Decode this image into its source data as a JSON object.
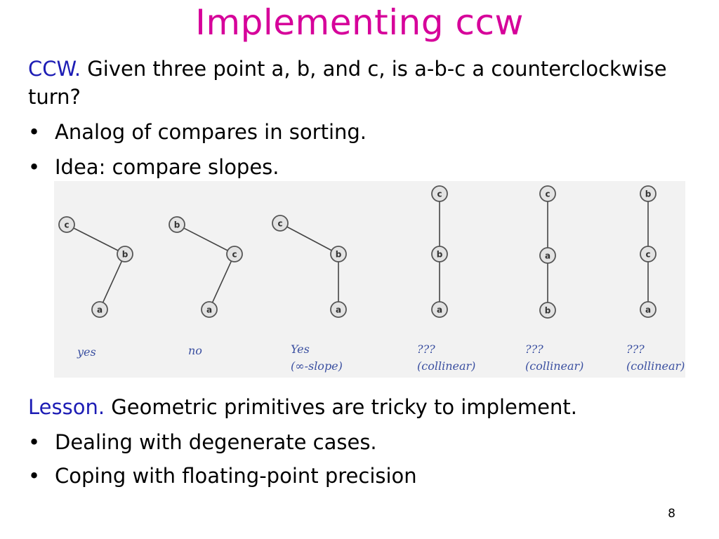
{
  "slide": {
    "title": "Implementing ccw",
    "ccw": {
      "lead": "CCW.",
      "text": " Given three point a, b, and c, is a-b-c a counterclockwise turn?"
    },
    "bullets_top": [
      {
        "bullet": "•",
        "text": "Analog of compares in sorting."
      },
      {
        "bullet": "•",
        "text": "Idea: compare slopes."
      }
    ],
    "figure": {
      "cases": [
        {
          "nodes": [
            "c",
            "b",
            "a"
          ],
          "caption": [
            "yes"
          ]
        },
        {
          "nodes": [
            "b",
            "c",
            "a"
          ],
          "caption": [
            "no"
          ]
        },
        {
          "nodes": [
            "c",
            "b",
            "a"
          ],
          "caption": [
            "Yes",
            "(∞-slope)"
          ]
        },
        {
          "nodes": [
            "c",
            "b",
            "a"
          ],
          "caption": [
            "???",
            "(collinear)"
          ]
        },
        {
          "nodes": [
            "c",
            "a",
            "b"
          ],
          "caption": [
            "???",
            "(collinear)"
          ]
        },
        {
          "nodes": [
            "b",
            "c",
            "a"
          ],
          "caption": [
            "???",
            "(collinear)"
          ]
        }
      ]
    },
    "lesson": {
      "lead": "Lesson.",
      "text": " Geometric primitives are tricky to implement."
    },
    "bullets_bottom": [
      {
        "bullet": "•",
        "text": "Dealing with degenerate cases."
      },
      {
        "bullet": "•",
        "text": "Coping with floating-point precision"
      }
    ],
    "page_number": "8",
    "colors": {
      "title": "#d6009a",
      "lead": "#1d1db5",
      "caption": "#3a4fa0",
      "node_fill": "#e3e3e3",
      "node_stroke": "#555555"
    }
  }
}
